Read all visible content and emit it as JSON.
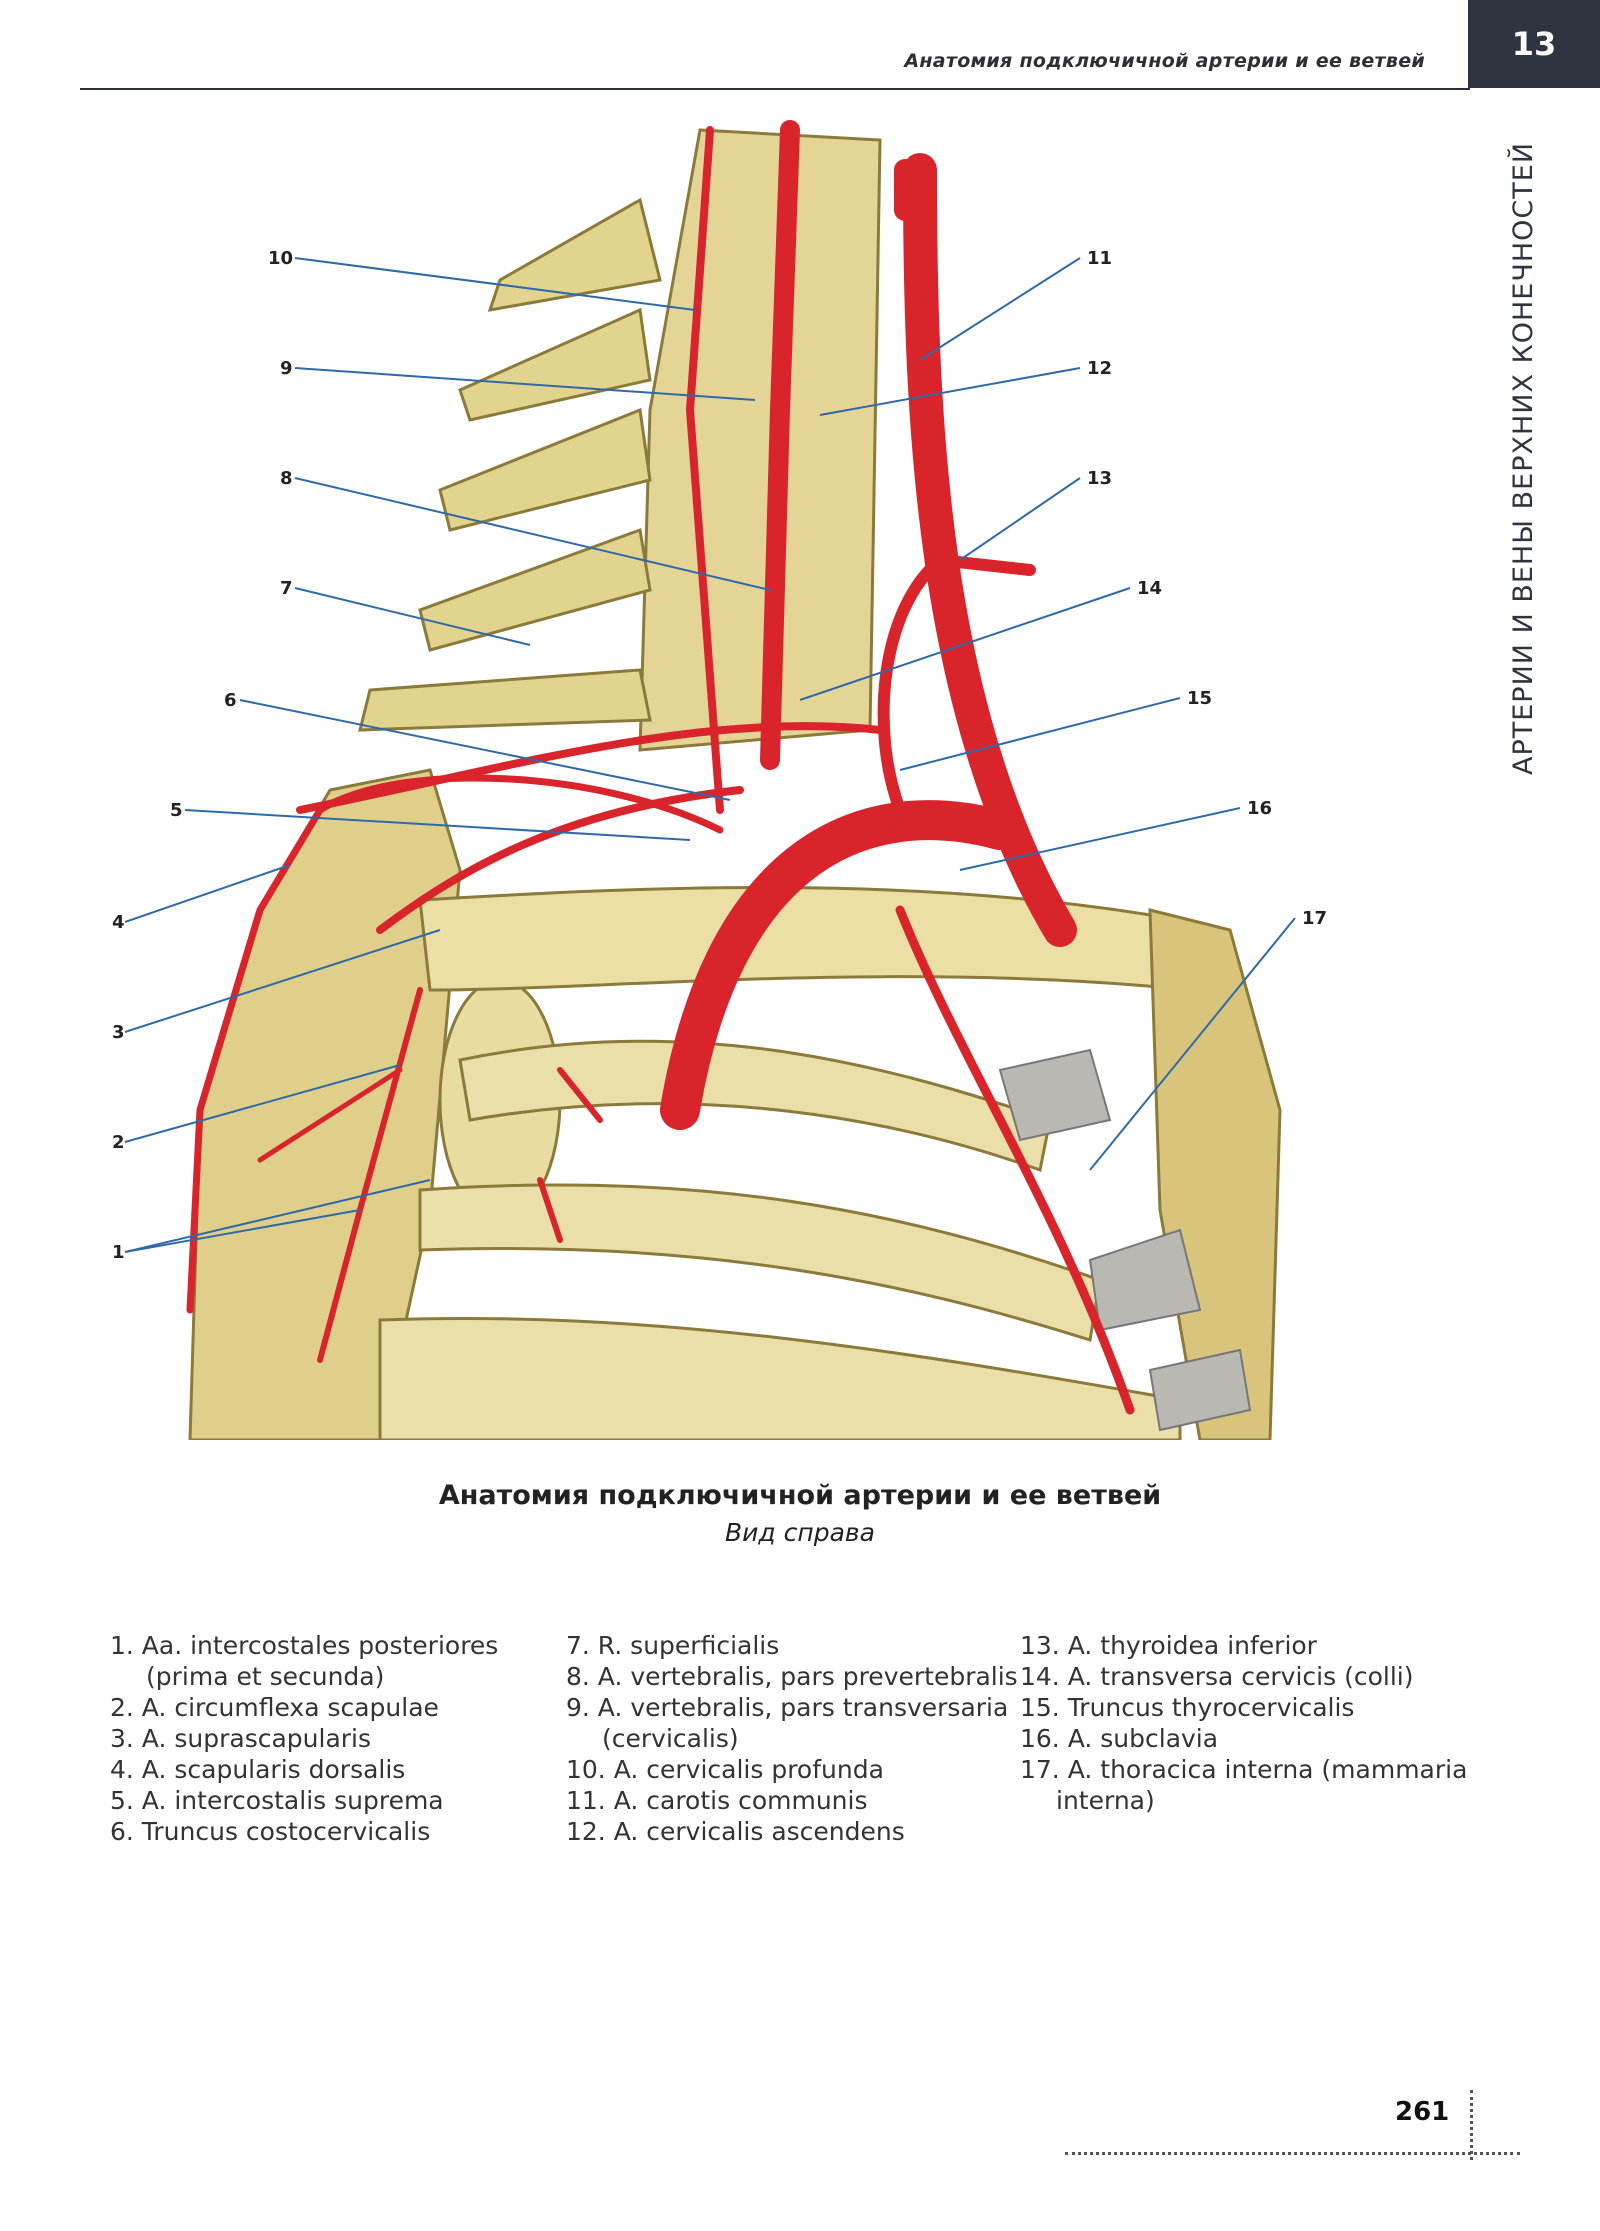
{
  "header": {
    "running_title": "Анатомия подключичной артерии и ее ветвей",
    "chapter_number": "13",
    "side_title": "АРТЕРИИ И ВЕНЫ ВЕРХНИХ КОНЕЧНОСТЕЙ"
  },
  "figure": {
    "title": "Анатомия подключичной артерии и ее ветвей",
    "subtitle": "Вид справа",
    "callouts_left": [
      "10",
      "9",
      "8",
      "7",
      "6",
      "5",
      "4",
      "3",
      "2",
      "1"
    ],
    "callouts_right": [
      "11",
      "12",
      "13",
      "14",
      "15",
      "16",
      "17"
    ]
  },
  "legend": {
    "col1": [
      {
        "text": "1. Aa. intercostales posteriores",
        "cont": "(prima et secunda)"
      },
      {
        "text": "2. A. circumflexa scapulae"
      },
      {
        "text": "3. A. suprascapularis"
      },
      {
        "text": "4. A. scapularis dorsalis"
      },
      {
        "text": "5. A. intercostalis suprema"
      },
      {
        "text": "6. Truncus costocervicalis"
      }
    ],
    "col2": [
      {
        "text": "7. R. superficialis"
      },
      {
        "text": "8. A. vertebralis, pars prevertebralis"
      },
      {
        "text": "9. A. vertebralis, pars transversaria",
        "cont": "(cervicalis)"
      },
      {
        "text": "10. A. cervicalis profunda"
      },
      {
        "text": "11. A. carotis communis"
      },
      {
        "text": "12. A. cervicalis ascendens"
      }
    ],
    "col3": [
      {
        "text": "13. A. thyroidea inferior"
      },
      {
        "text": "14. A. transversa cervicis (colli)"
      },
      {
        "text": "15. Truncus thyrocervicalis"
      },
      {
        "text": "16. A. subclavia"
      },
      {
        "text": "17. A. thoracica interna (mammaria",
        "cont": "interna)"
      }
    ]
  },
  "footer": {
    "page_number": "261"
  }
}
